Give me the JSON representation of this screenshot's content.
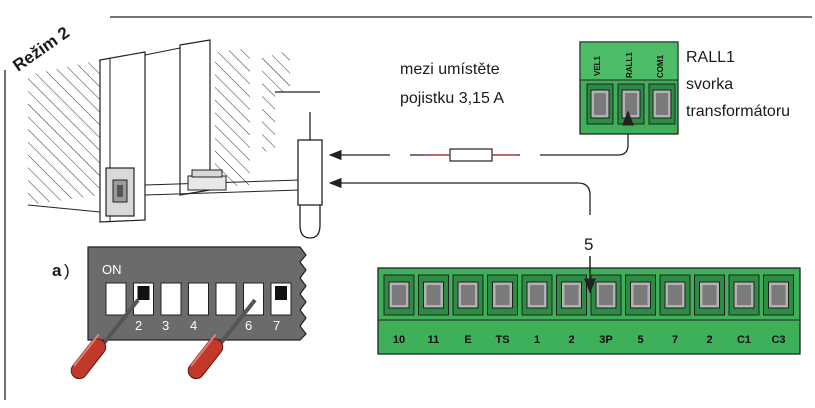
{
  "mode_label": "Režim 2",
  "fuse_note": {
    "line1": "mezi umístěte",
    "line2": "pojistku 3,15 A"
  },
  "transformer_note": {
    "line1": "RALL1",
    "line2": "svorka",
    "line3": "transformátoru"
  },
  "top_terminal_labels": [
    "VEL1",
    "RALL1",
    "COM1"
  ],
  "bottom_terminal_labels": [
    "10",
    "11",
    "E",
    "TS",
    "1",
    "2",
    "3P",
    "5",
    "7",
    "2",
    "C1",
    "C3"
  ],
  "terminal_callout": "5",
  "dip_switch": {
    "panel_label": "a",
    "on_label": "ON",
    "switch_numbers": [
      "2",
      "3",
      "4",
      "6",
      "7"
    ],
    "switches_on": [
      1,
      6
    ]
  },
  "colors": {
    "terminal_green": "#3fb05a",
    "terminal_dark": "#2c8c43",
    "screwdriver_red": "#c0392b",
    "dip_body": "#6b6b6b"
  }
}
